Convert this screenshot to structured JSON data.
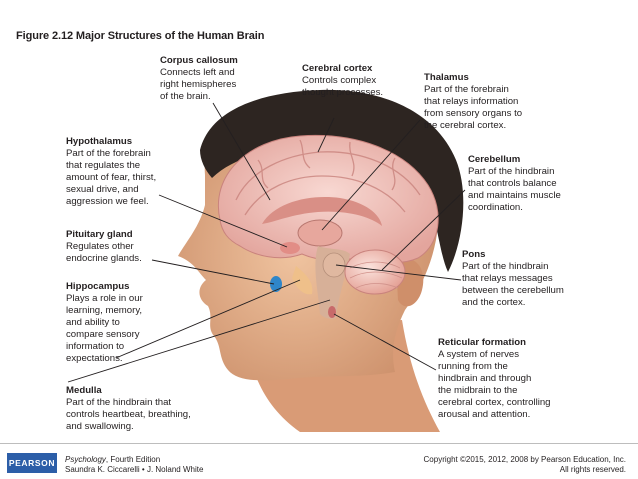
{
  "figure_title": "Figure 2.12 Major Structures of the Human Brain",
  "labels": [
    {
      "key": "corpus",
      "head": "Corpus callosum",
      "desc": [
        "Connects left and",
        "right hemispheres",
        "of the brain."
      ]
    },
    {
      "key": "cortex",
      "head": "Cerebral cortex",
      "desc": [
        "Controls complex",
        "thought processes."
      ]
    },
    {
      "key": "thalamus",
      "head": "Thalamus",
      "desc": [
        "Part of the forebrain",
        "that relays information",
        "from sensory organs to",
        "the cerebral cortex."
      ]
    },
    {
      "key": "hypothalamus",
      "head": "Hypothalamus",
      "desc": [
        "Part of the forebrain",
        "that regulates the",
        "amount of fear, thirst,",
        "sexual drive, and",
        "aggression we feel."
      ]
    },
    {
      "key": "cerebellum",
      "head": "Cerebellum",
      "desc": [
        "Part of the hindbrain",
        "that controls balance",
        "and maintains muscle",
        "coordination."
      ]
    },
    {
      "key": "pituitary",
      "head": "Pituitary gland",
      "desc": [
        "Regulates other",
        "endocrine glands."
      ]
    },
    {
      "key": "pons",
      "head": "Pons",
      "desc": [
        "Part of the hindbrain",
        "that relays messages",
        "between the cerebellum",
        "and the cortex."
      ]
    },
    {
      "key": "hippocampus",
      "head": "Hippocampus",
      "desc": [
        "Plays a role in our",
        "learning, memory,",
        "and ability to",
        "compare sensory",
        "information to",
        "expectations."
      ]
    },
    {
      "key": "reticular",
      "head": "Reticular formation",
      "desc": [
        "A system of nerves",
        "running from the",
        "hindbrain and through",
        "the midbrain to the",
        "cerebral cortex, controlling",
        "arousal and attention."
      ]
    },
    {
      "key": "medulla",
      "head": "Medulla",
      "desc": [
        "Part of the hindbrain that",
        "controls heartbeat, breathing,",
        "and swallowing."
      ]
    }
  ],
  "footer": {
    "logo": "PEARSON",
    "book_title": "Psychology",
    "book_edition": ", Fourth Edition",
    "authors": "Saundra K. Ciccarelli • J. Noland White",
    "copyright": "Copyright ©2015, 2012, 2008 by Pearson Education, Inc.",
    "rights": "All rights reserved."
  },
  "colors": {
    "skin": "#e8b48e",
    "hair": "#2d2521",
    "brain": "#efc4bd",
    "brain_fold": "#c9837d",
    "logo_blue": "#2c5ea8"
  }
}
